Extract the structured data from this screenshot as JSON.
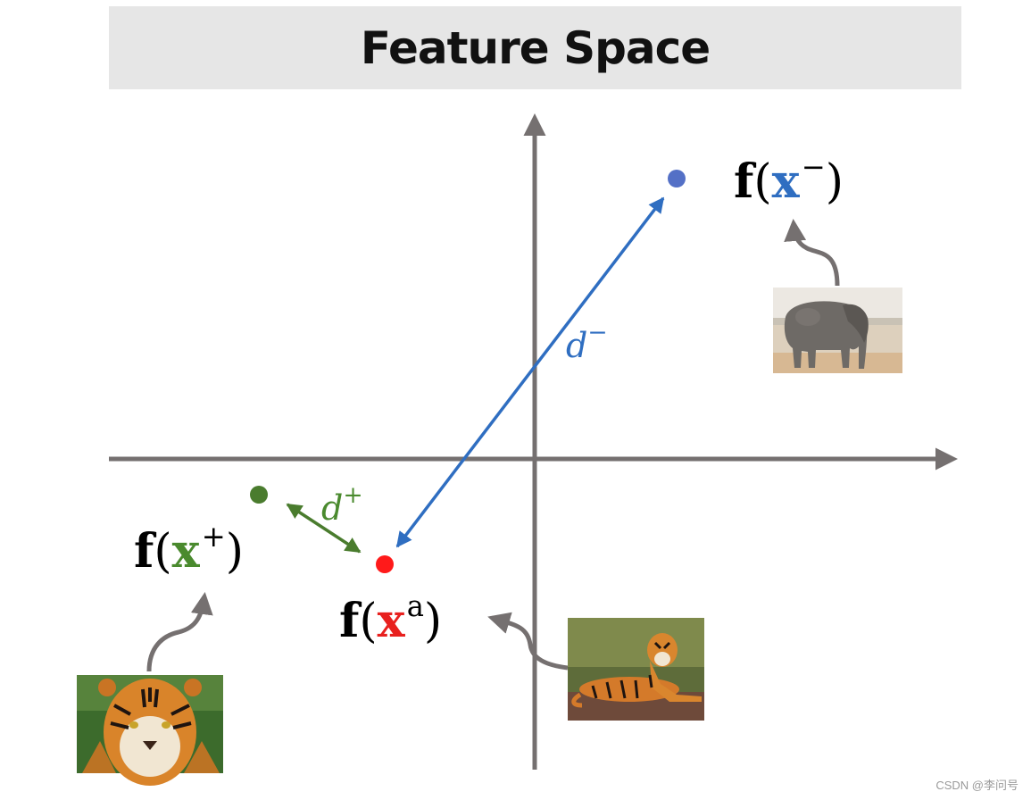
{
  "title": "Feature Space",
  "labels": {
    "negative": {
      "func": "f",
      "var": "x",
      "sup": "−",
      "color": "#2f6ec1"
    },
    "positive": {
      "func": "f",
      "var": "x",
      "sup": "+",
      "color": "#4a8a2e"
    },
    "anchor": {
      "func": "f",
      "var": "x",
      "sup": "a",
      "color": "#e8201e"
    }
  },
  "distances": {
    "d_minus": {
      "base": "d",
      "sup": "−",
      "color": "#2f6ec1"
    },
    "d_plus": {
      "base": "d",
      "sup": "+",
      "color": "#4a8a2e"
    }
  },
  "points": {
    "negative_color": "#5470c6",
    "positive_color": "#4a7c2e",
    "anchor_color": "#ff1a1a"
  },
  "axis_color": "#757070",
  "images": {
    "elephant": "elephant photo",
    "tiger_positive": "tiger face photo",
    "tiger_anchor": "lying tiger photo"
  },
  "watermark": "CSDN @李问号"
}
